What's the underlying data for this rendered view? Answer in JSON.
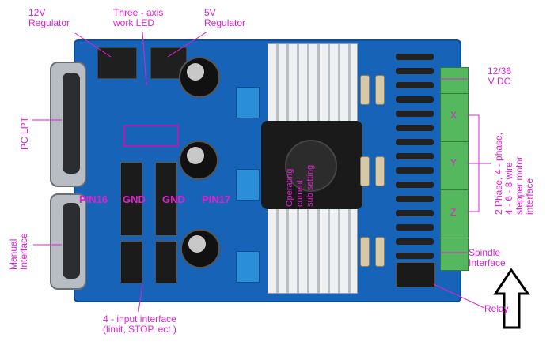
{
  "labels": {
    "reg12": "12V\nRegulator",
    "led": "Three - axis\nwork LED",
    "reg5": "5V\nRegulator",
    "lpt": "PC LPT",
    "manual": "Manual\nInterface",
    "input": "4 - input interface\n(limit, STOP, ect.)",
    "vdc": "12/36\nV DC",
    "axis_x": "X",
    "axis_y": "Y",
    "axis_z": "Z",
    "motor": "2 Phase, 4 - phase,\n4 - 6 - 8 wire\nstepper motor\ninterface",
    "spindle": "Spindle\nInterface",
    "relay": "Relay",
    "pin16": "PIN16",
    "gnd1": "GND",
    "gnd2": "GND",
    "pin17": "PIN17",
    "fan_text": "Operating\ncurrent\nsub setting"
  },
  "colors": {
    "annotation": "#e020d0",
    "board": "#1763b8",
    "terminal": "#55b85e"
  },
  "icons": {
    "arrow": "up-arrow-outline-icon"
  }
}
